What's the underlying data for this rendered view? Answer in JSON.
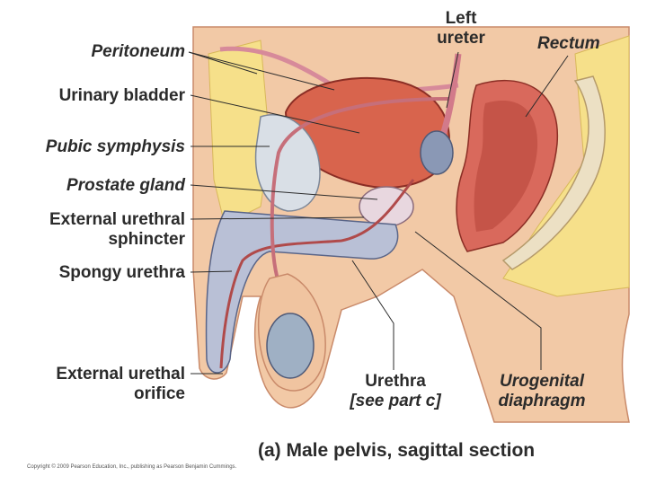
{
  "labels": {
    "peritoneum": "Peritoneum",
    "urinary_bladder": "Urinary bladder",
    "pubic_symphysis": "Pubic symphysis",
    "prostate_gland": "Prostate gland",
    "external_urethral_sphincter_line1": "External urethral",
    "external_urethral_sphincter_line2": "sphincter",
    "spongy_urethra": "Spongy urethra",
    "external_urethal_orifice_line1": "External urethal",
    "external_urethal_orifice_line2": "orifice",
    "left_ureter_line1": "Left",
    "left_ureter_line2": "ureter",
    "rectum": "Rectum",
    "urethra_line1": "Urethra",
    "urethra_line2": "[see part c]",
    "urogenital_diaphragm_line1": "Urogenital",
    "urogenital_diaphragm_line2": "diaphragm"
  },
  "caption": "(a) Male pelvis, sagittal section",
  "copyright": "Copyright © 2009 Pearson Education, Inc., publishing as Pearson Benjamin Cummings.",
  "colors": {
    "skin": "#f2c9a6",
    "skin_dark": "#e3a985",
    "fat": "#f6e08a",
    "muscle": "#d9695c",
    "bladder": "#d8644d",
    "bone": "#d9dfe6",
    "spongy": "#b9c0d6",
    "testis": "#9fb0c4",
    "leader": "#2b2b2b"
  }
}
